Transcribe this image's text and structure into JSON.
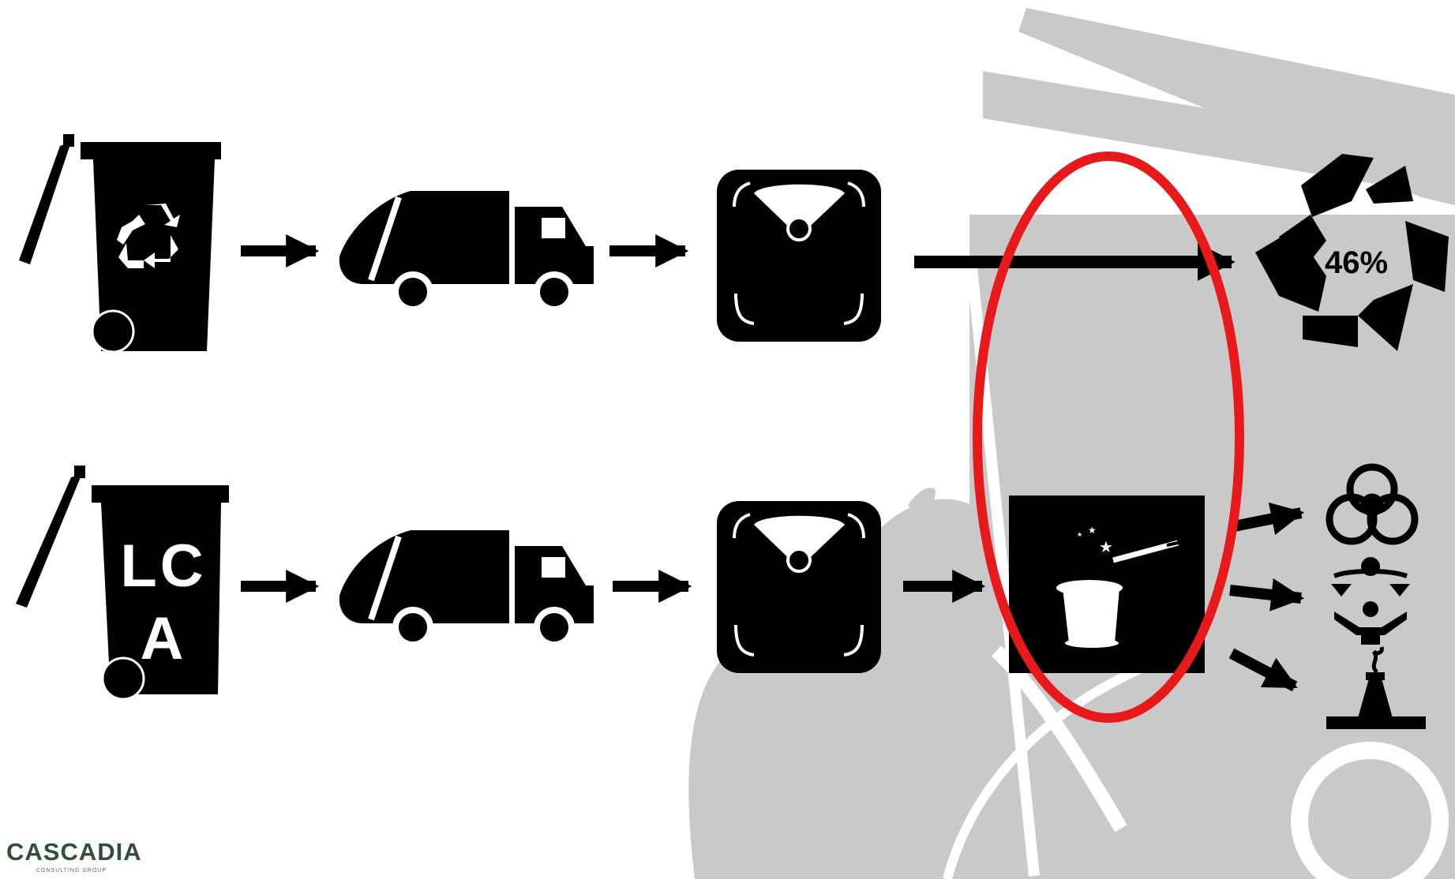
{
  "bins": [
    {
      "id": "recycling",
      "label": "",
      "icon": "recycling-symbol-icon"
    },
    {
      "id": "lca",
      "label": "LC A"
    }
  ],
  "lca_label_lines": [
    "LC",
    "A"
  ],
  "recycling_rate": "46%",
  "process_icon": "magic-hat-wand-icon",
  "outcomes": [
    "biohazard-icon",
    "scales-justice-icon",
    "smokestack-icon"
  ],
  "highlight_color": "#e8191b",
  "background_color": "#c9c9c9",
  "logo": {
    "name": "CASCADIA",
    "subtitle": "CONSULTING GROUP"
  }
}
